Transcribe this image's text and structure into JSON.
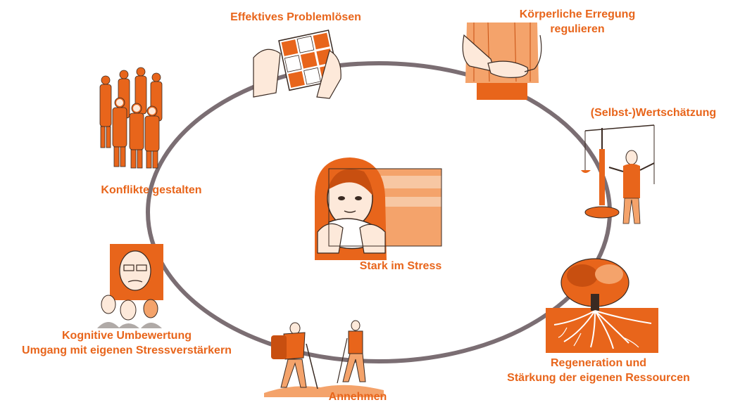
{
  "diagram": {
    "center_label": "Stark im Stress",
    "nodes": [
      {
        "id": "problem",
        "lines": [
          "Effektives Problemlösen"
        ],
        "icon": "rubiks-cube-hands-icon"
      },
      {
        "id": "erregung",
        "lines": [
          "Körperliche Erregung",
          "regulieren"
        ],
        "icon": "hands-on-belly-icon"
      },
      {
        "id": "wertschaetzung",
        "lines": [
          "(Selbst-)Wertschätzung"
        ],
        "icon": "balance-scale-person-icon"
      },
      {
        "id": "regeneration",
        "lines": [
          "Regeneration und",
          "Stärkung der eigenen Ressourcen"
        ],
        "icon": "tree-with-roots-icon"
      },
      {
        "id": "annehmen",
        "lines": [
          "Annehmen"
        ],
        "icon": "hikers-icon"
      },
      {
        "id": "kognitive",
        "lines": [
          "Kognitive Umbewertung",
          "Umgang mit eigenen Stressverstärkern"
        ],
        "icon": "faces-portrait-icon"
      },
      {
        "id": "konflikte",
        "lines": [
          "Konflikte gestalten"
        ],
        "icon": "group-of-people-icon"
      }
    ]
  },
  "colors": {
    "accent": "#e8651b",
    "accent_light": "#f4a36b",
    "ring": "#7b6e73",
    "ink": "#3a2a22"
  }
}
